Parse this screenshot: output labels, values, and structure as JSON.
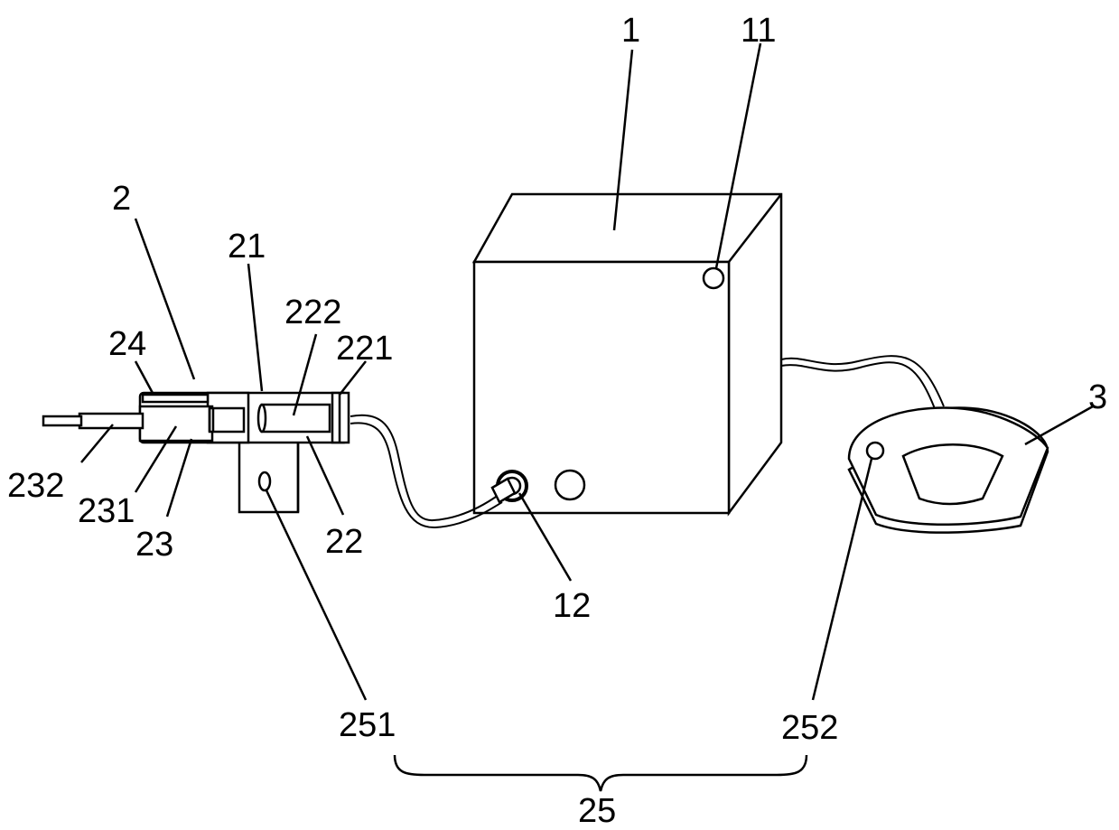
{
  "labels": {
    "l1": "1",
    "l11": "11",
    "l12": "12",
    "l2": "2",
    "l21": "21",
    "l22": "22",
    "l221": "221",
    "l222": "222",
    "l23": "23",
    "l231": "231",
    "l232": "232",
    "l24": "24",
    "l25": "25",
    "l251": "251",
    "l252": "252",
    "l3": "3"
  }
}
